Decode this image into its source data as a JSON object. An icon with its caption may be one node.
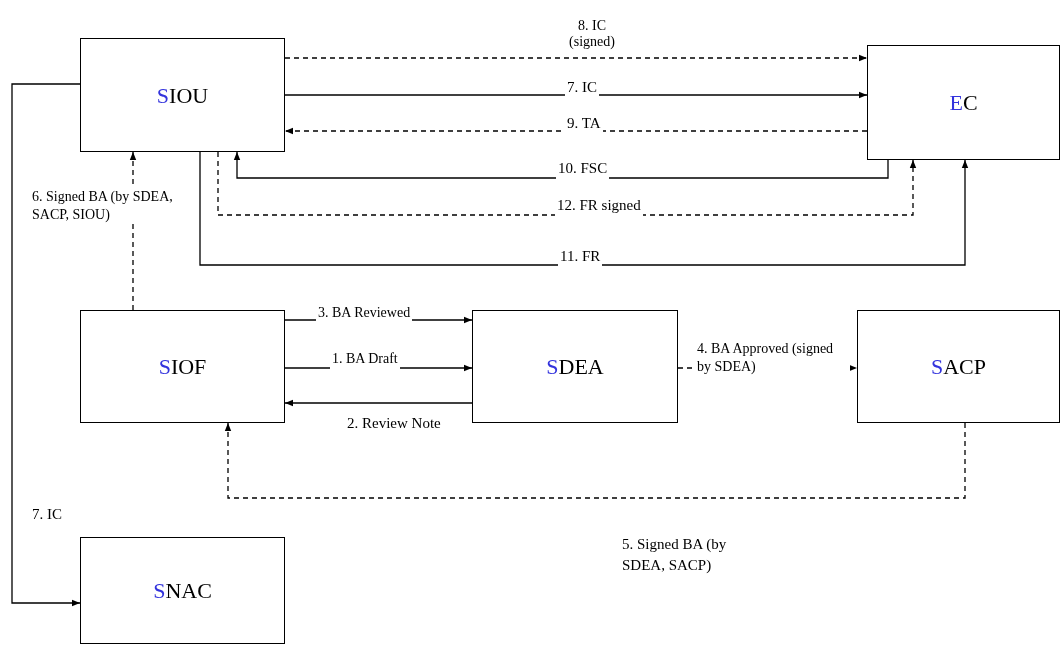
{
  "diagram": {
    "nodes": [
      {
        "text": [
          "SIOU"
        ]
      },
      {
        "text": [
          "EC"
        ]
      },
      {
        "text": [
          "SIOF"
        ]
      },
      {
        "text": [
          "SDEA"
        ]
      },
      {
        "text": [
          "SACP"
        ]
      },
      {
        "text": [
          "SNAC"
        ]
      }
    ],
    "edges": [
      {
        "from": 0,
        "to": 1,
        "arrow": "to",
        "style": "dashed",
        "label": "8. IC (signed)"
      },
      {
        "from": 0,
        "to": 1,
        "arrow": "to",
        "label": "7. IC"
      },
      {
        "from": 1,
        "to": 0,
        "arrow": "to",
        "style": "dashed",
        "label": "9. TA"
      },
      {
        "from": 1,
        "to": 0,
        "arrow": "to",
        "label": "10. FSC"
      },
      {
        "from": 0,
        "to": 1,
        "arrow": "to",
        "style": "dashed",
        "label": "12. FR signed"
      },
      {
        "from": 0,
        "to": 1,
        "arrow": "to",
        "label": "11. FR"
      },
      {
        "from": 2,
        "to": 0,
        "arrow": "to",
        "style": "dashed",
        "label": "6. Signed BA (by SDEA, SACP, SIOU)"
      },
      {
        "from": 2,
        "to": 3,
        "arrow": "to",
        "label": "3. BA Reviewed"
      },
      {
        "from": 2,
        "to": 3,
        "arrow": "to",
        "label": "1. BA Draft"
      },
      {
        "from": 3,
        "to": 2,
        "arrow": "to",
        "label": "2. Review Note"
      },
      {
        "from": 3,
        "to": 4,
        "arrow": "to",
        "style": "dashed",
        "label": "4. BA Approved (signed by SDEA)"
      },
      {
        "from": 4,
        "to": 2,
        "arrow": "to",
        "style": "dashed",
        "label": "5. Signed BA (by SDEA, SACP)"
      },
      {
        "from": 0,
        "to": 5,
        "arrow": "to",
        "label": "7. IC"
      }
    ]
  }
}
